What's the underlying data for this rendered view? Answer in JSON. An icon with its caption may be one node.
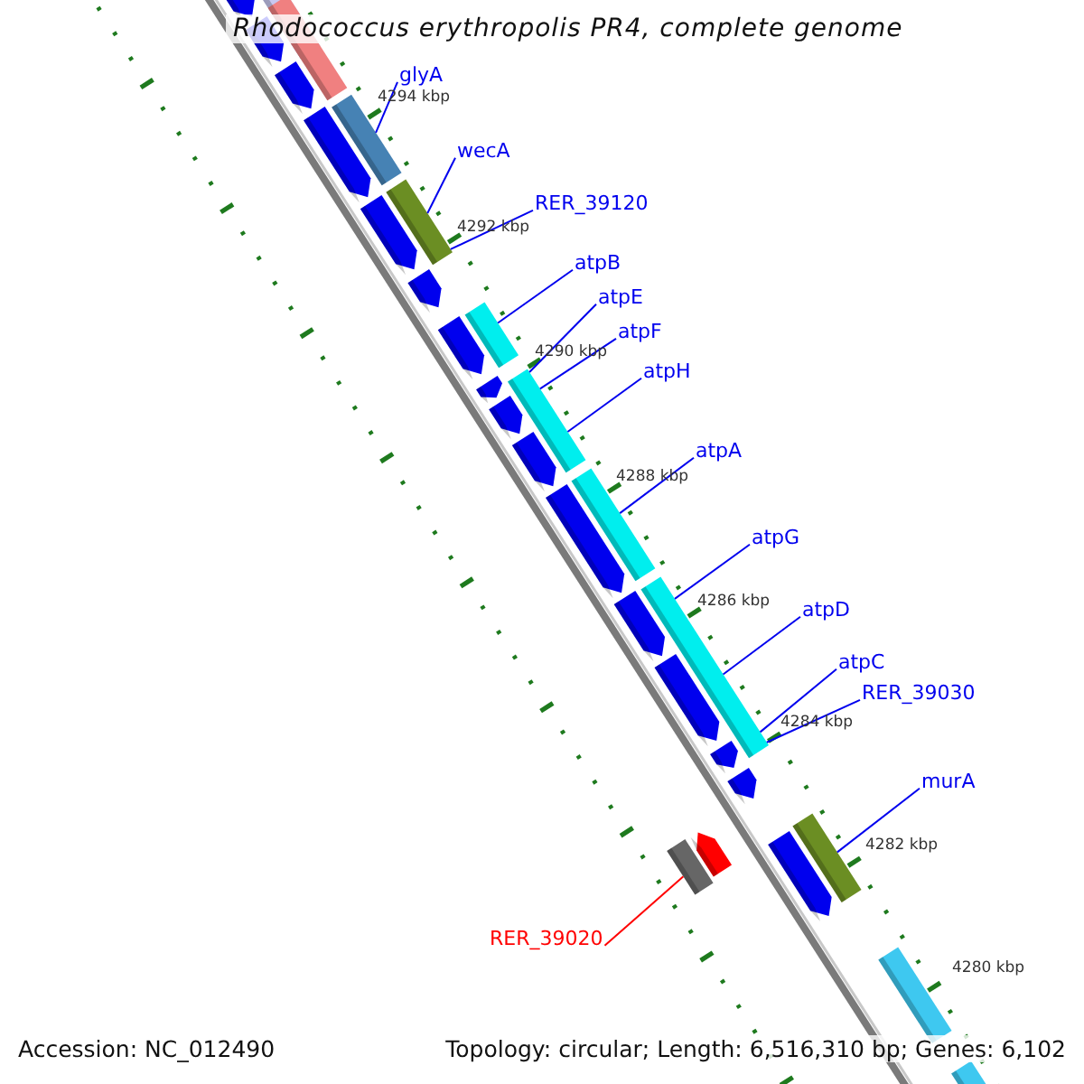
{
  "diagram": {
    "title": "Rhodococcus erythropolis PR4, complete genome",
    "nodes": [
      {
        "text": [
          "glyA"
        ]
      },
      {
        "text": [
          "wecA"
        ]
      },
      {
        "text": [
          "RER_39120"
        ]
      },
      {
        "text": [
          "atpB"
        ]
      },
      {
        "text": [
          "atpE"
        ]
      },
      {
        "text": [
          "atpF"
        ]
      },
      {
        "text": [
          "atpH"
        ]
      },
      {
        "text": [
          "atpA"
        ]
      },
      {
        "text": [
          "atpG"
        ]
      },
      {
        "text": [
          "atpD"
        ]
      },
      {
        "text": [
          "atpC"
        ]
      },
      {
        "text": [
          "RER_39030"
        ]
      },
      {
        "text": [
          "murA"
        ]
      },
      {
        "text": [
          "RER_39020"
        ]
      },
      {
        "text": [],
        "shape": "bar"
      },
      {
        "text": [],
        "shape": "bar"
      },
      {
        "text": [],
        "shape": "bar"
      },
      {
        "text": [],
        "shape": "bar"
      },
      {
        "text": [],
        "shape": "bar"
      },
      {
        "text": [],
        "shape": "bar"
      },
      {
        "text": [],
        "shape": "bar"
      },
      {
        "text": [],
        "shape": "bar"
      }
    ],
    "edges": [
      {
        "from": 0,
        "to": 14,
        "arrow": "none"
      },
      {
        "from": 1,
        "to": 15,
        "arrow": "none"
      },
      {
        "from": 2,
        "to": 15,
        "arrow": "none"
      },
      {
        "from": 3,
        "to": 16,
        "arrow": "none"
      },
      {
        "from": 4,
        "to": 17,
        "arrow": "none"
      },
      {
        "from": 5,
        "to": 17,
        "arrow": "none"
      },
      {
        "from": 6,
        "to": 17,
        "arrow": "none"
      },
      {
        "from": 7,
        "to": 18,
        "arrow": "none"
      },
      {
        "from": 8,
        "to": 19,
        "arrow": "none"
      },
      {
        "from": 9,
        "to": 19,
        "arrow": "none"
      },
      {
        "from": 10,
        "to": 19,
        "arrow": "none"
      },
      {
        "from": 11,
        "to": 19,
        "arrow": "none"
      },
      {
        "from": 12,
        "to": 20,
        "arrow": "none"
      },
      {
        "from": 13,
        "to": 21,
        "arrow": "none",
        "color": "#ff0000"
      }
    ],
    "labels": [
      "4294 kbp",
      "4292 kbp",
      "4290 kbp",
      "4288 kbp",
      "4286 kbp",
      "4284 kbp",
      "4282 kbp",
      "4280 kbp",
      "Accession: NC_012490",
      "Topology: circular; Length: 6,516,310 bp; Genes: 6,102"
    ]
  }
}
